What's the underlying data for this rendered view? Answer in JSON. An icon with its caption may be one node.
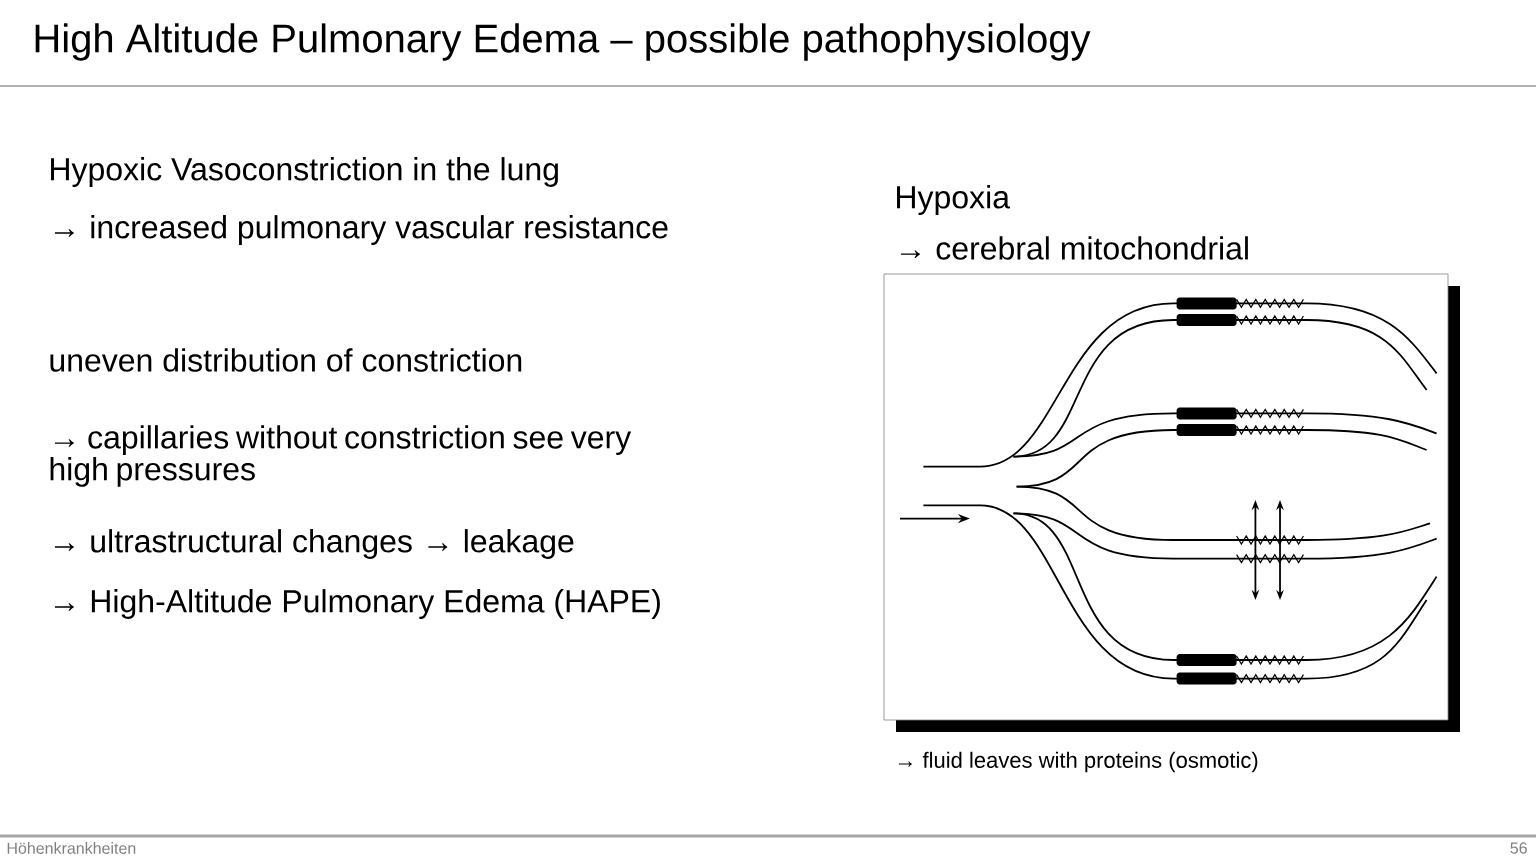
{
  "diagram": {
    "title": "High Altitude Pulmonary Edema – possible pathophysiology",
    "labels": [
      "Hypoxic Vasoconstriction in the lung",
      "→ increased pulmonary vascular resistance",
      "uneven distribution of constriction",
      "→ capillaries without constriction see very high pressures",
      "→ ultrastructural changes → leakage",
      "→ High-Altitude Pulmonary Edema (HAPE)",
      "Hypoxia",
      "→ cerebral mitochondrial",
      "→ fluid leaves with proteins (osmotic)",
      "Höhenkrankheiten",
      "56"
    ]
  }
}
